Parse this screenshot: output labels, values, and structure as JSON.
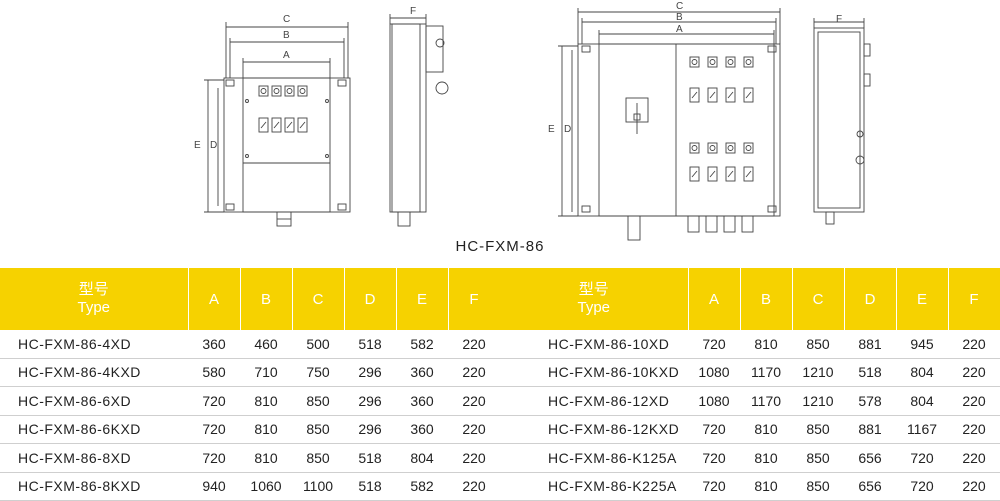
{
  "drawing": {
    "dims_front_small": {
      "c": "C",
      "b": "B",
      "a": "A",
      "e": "E",
      "d": "D"
    },
    "dims_side_small": {
      "f": "F"
    },
    "dims_front_large": {
      "c": "C",
      "b": "B",
      "a": "A",
      "e": "E",
      "d": "D"
    },
    "dims_side_large": {
      "f": "F"
    },
    "model": "HC-FXM-86"
  },
  "table_left": {
    "headers": {
      "type_zh": "型号",
      "type_en": "Type",
      "a": "A",
      "b": "B",
      "c": "C",
      "d": "D",
      "e": "E",
      "f": "F"
    },
    "rows": [
      {
        "type": "HC-FXM-86-4XD",
        "a": "360",
        "b": "460",
        "c": "500",
        "d": "518",
        "e": "582",
        "f": "220"
      },
      {
        "type": "HC-FXM-86-4KXD",
        "a": "580",
        "b": "710",
        "c": "750",
        "d": "296",
        "e": "360",
        "f": "220"
      },
      {
        "type": "HC-FXM-86-6XD",
        "a": "720",
        "b": "810",
        "c": "850",
        "d": "296",
        "e": "360",
        "f": "220"
      },
      {
        "type": "HC-FXM-86-6KXD",
        "a": "720",
        "b": "810",
        "c": "850",
        "d": "296",
        "e": "360",
        "f": "220"
      },
      {
        "type": "HC-FXM-86-8XD",
        "a": "720",
        "b": "810",
        "c": "850",
        "d": "518",
        "e": "804",
        "f": "220"
      },
      {
        "type": "HC-FXM-86-8KXD",
        "a": "940",
        "b": "1060",
        "c": "1100",
        "d": "518",
        "e": "582",
        "f": "220"
      }
    ]
  },
  "table_right": {
    "headers": {
      "type_zh": "型号",
      "type_en": "Type",
      "a": "A",
      "b": "B",
      "c": "C",
      "d": "D",
      "e": "E",
      "f": "F"
    },
    "rows": [
      {
        "type": "HC-FXM-86-10XD",
        "a": "720",
        "b": "810",
        "c": "850",
        "d": "881",
        "e": "945",
        "f": "220"
      },
      {
        "type": "HC-FXM-86-10KXD",
        "a": "1080",
        "b": "1170",
        "c": "1210",
        "d": "518",
        "e": "804",
        "f": "220"
      },
      {
        "type": "HC-FXM-86-12XD",
        "a": "1080",
        "b": "1170",
        "c": "1210",
        "d": "578",
        "e": "804",
        "f": "220"
      },
      {
        "type": "HC-FXM-86-12KXD",
        "a": "720",
        "b": "810",
        "c": "850",
        "d": "881",
        "e": "1167",
        "f": "220"
      },
      {
        "type": "HC-FXM-86-K125A",
        "a": "720",
        "b": "810",
        "c": "850",
        "d": "656",
        "e": "720",
        "f": "220"
      },
      {
        "type": "HC-FXM-86-K225A",
        "a": "720",
        "b": "810",
        "c": "850",
        "d": "656",
        "e": "720",
        "f": "220"
      }
    ]
  }
}
